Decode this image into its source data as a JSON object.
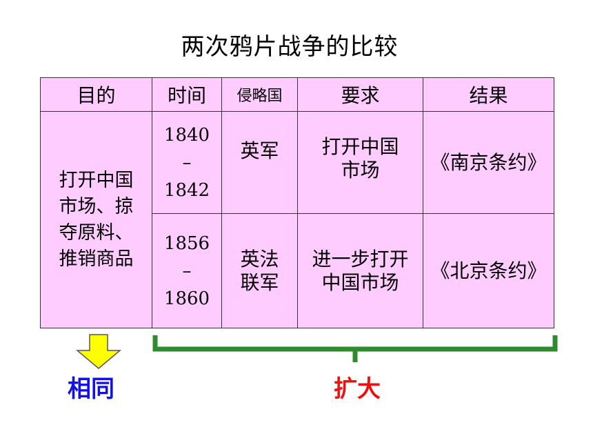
{
  "title": "两次鸦片战争的比较",
  "table": {
    "headers": [
      "目的",
      "时间",
      "侵略国",
      "要求",
      "结果"
    ],
    "purpose": "打开中国市场、掠夺原料、推销商品",
    "purpose_lines": [
      "打开中国",
      "市场、掠",
      "夺原料、",
      "推销商品"
    ],
    "rows": [
      {
        "time_start": "1840",
        "time_dash": "–",
        "time_end": "1842",
        "invader": "英军",
        "demand_lines": [
          "打开中国",
          "市场"
        ],
        "result": "《南京条约》"
      },
      {
        "time_start": "1856",
        "time_dash": "–",
        "time_end": "1860",
        "invader_lines": [
          "英法",
          "联军"
        ],
        "demand_lines": [
          "进一步打开",
          "中国市场"
        ],
        "result": "《北京条约》"
      }
    ]
  },
  "annotations": {
    "same_label": "相同",
    "expand_label": "扩大"
  },
  "colors": {
    "cell_bg": "#ffccff",
    "arrow_fill": "#ffff00",
    "brace": "#2e8b2e",
    "same": "#1212e6",
    "expand": "#ee1111"
  }
}
